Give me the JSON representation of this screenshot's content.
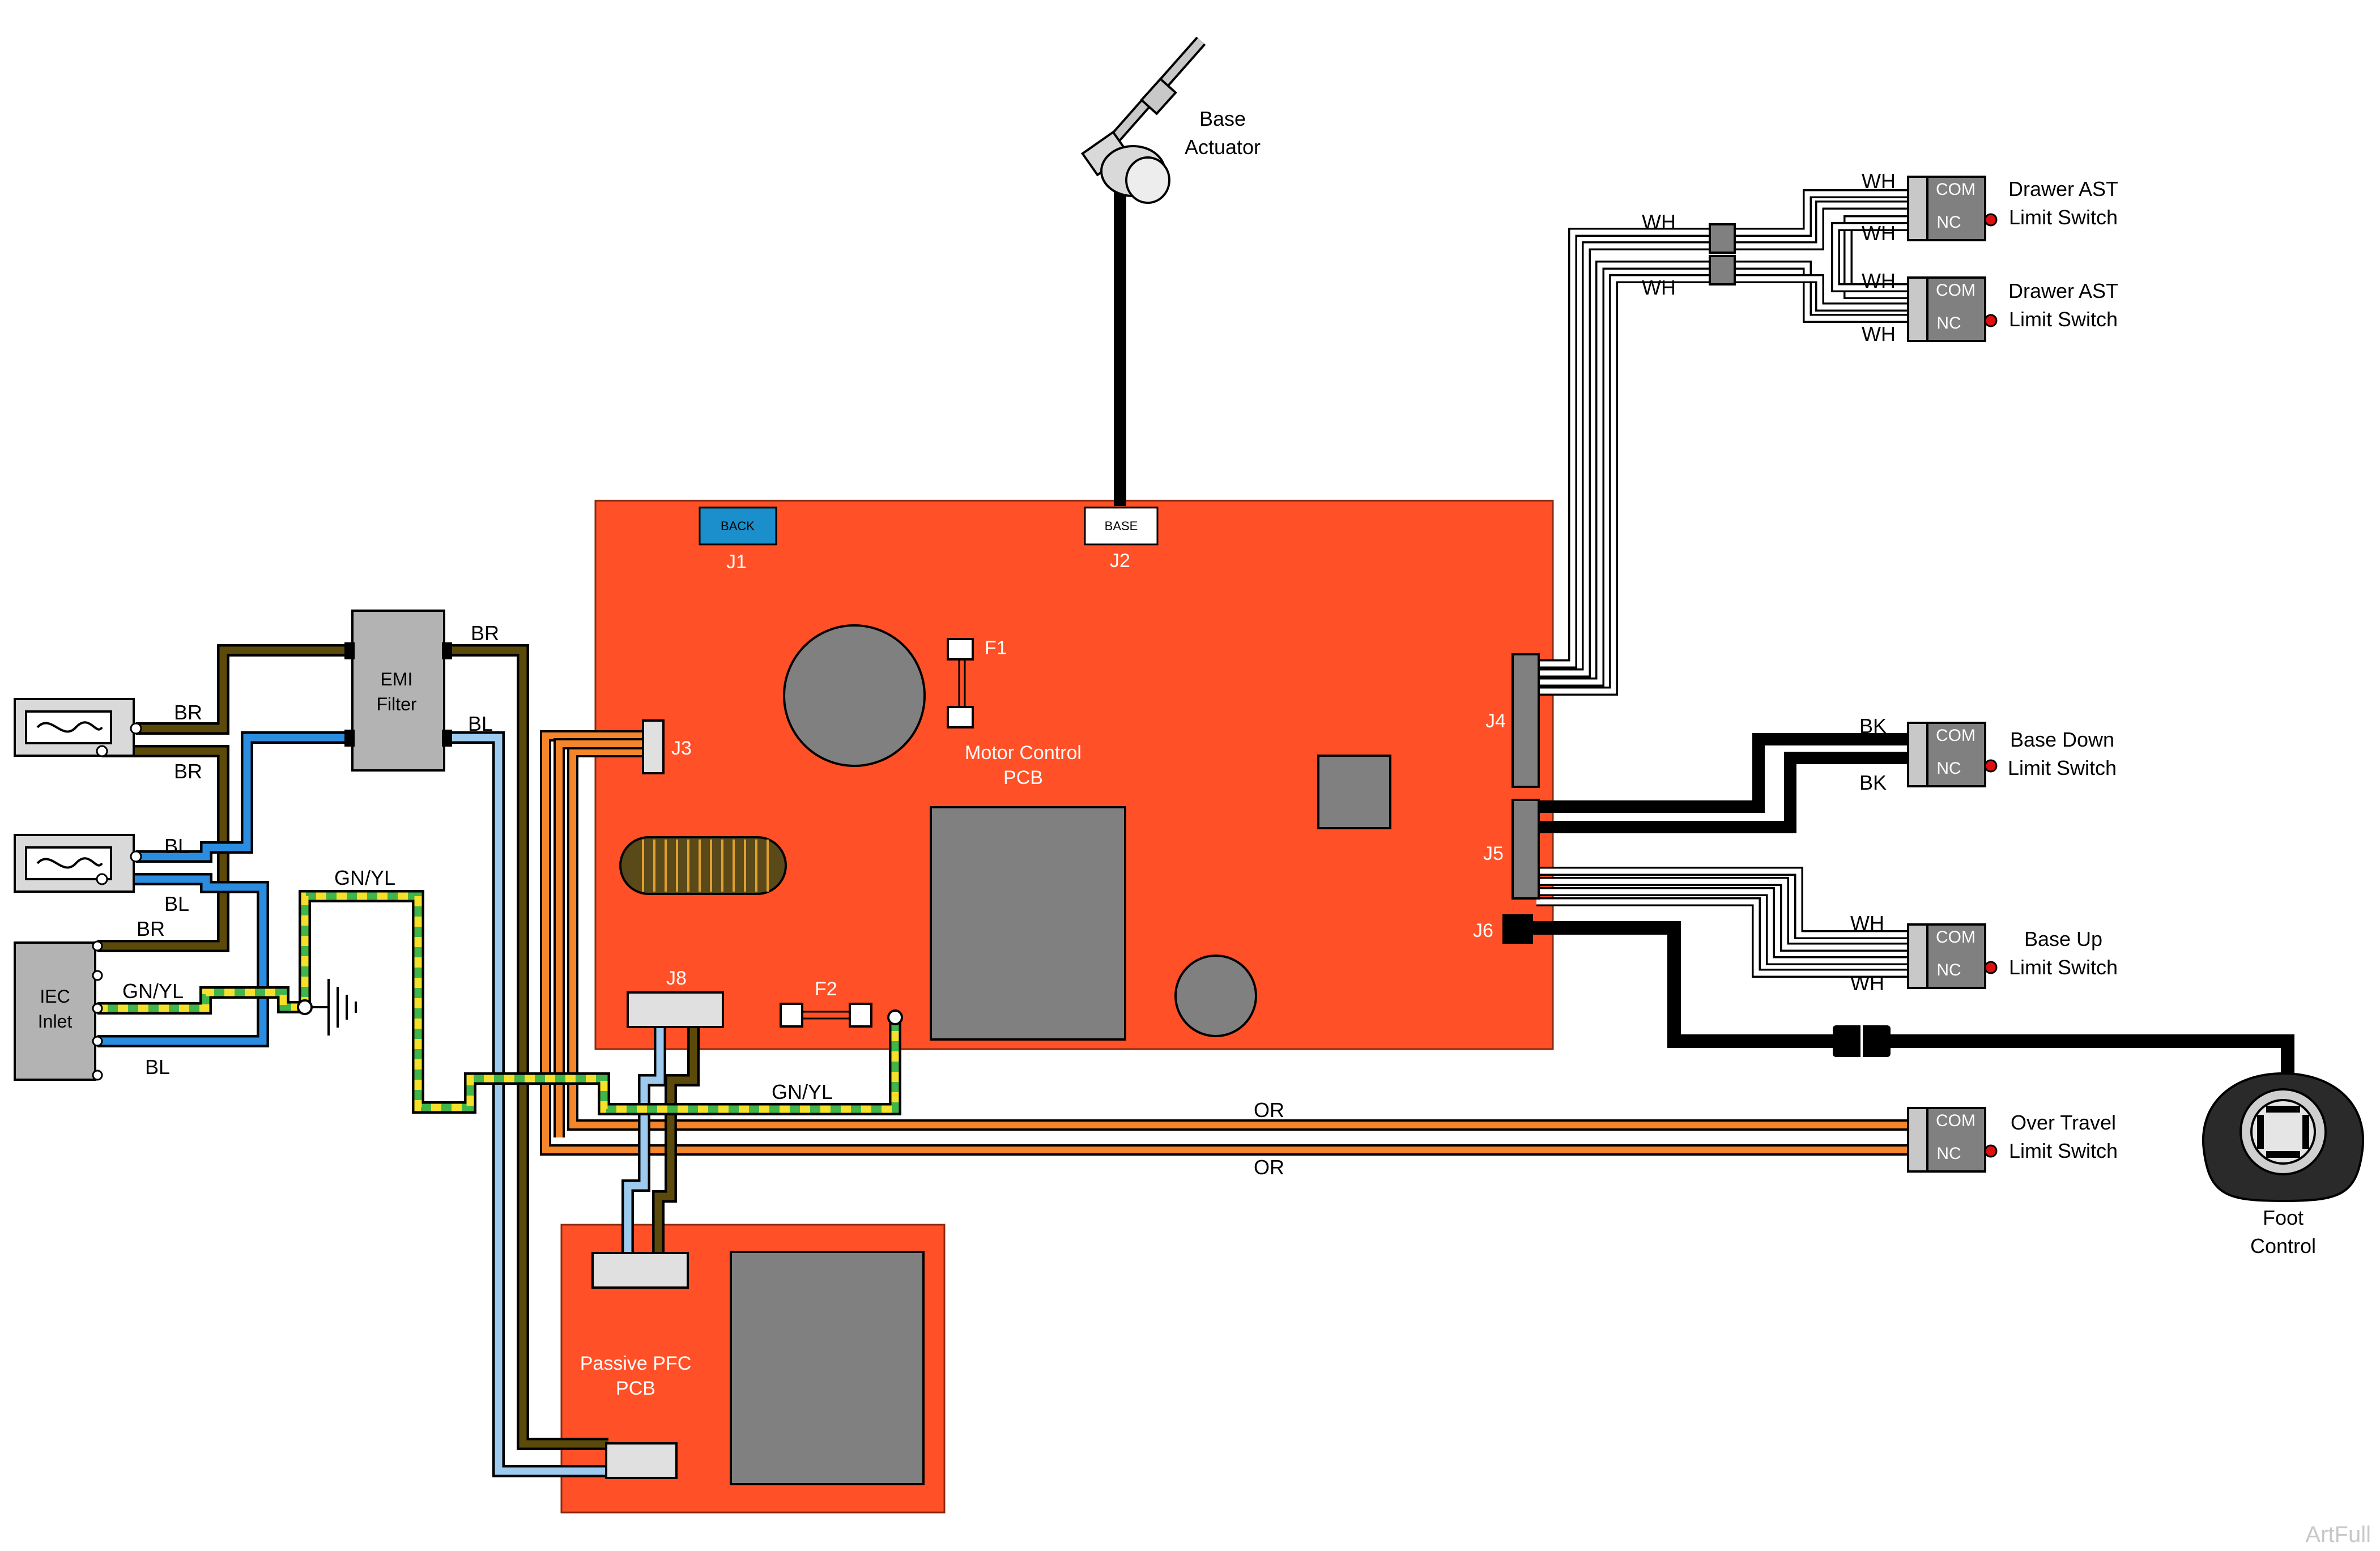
{
  "base_actuator": {
    "line1": "Base",
    "line2": "Actuator"
  },
  "pcb_main": {
    "line1": "Motor Control",
    "line2": "PCB"
  },
  "pcb_pfc": {
    "line1": "Passive PFC",
    "line2": "PCB"
  },
  "connectors": {
    "j1": "J1",
    "j1_tag": "BACK",
    "j2": "J2",
    "j2_tag": "BASE",
    "j3": "J3",
    "j4": "J4",
    "j5": "J5",
    "j6": "J6",
    "j8": "J8",
    "f1": "F1",
    "f2": "F2"
  },
  "emi": {
    "line1": "EMI",
    "line2": "Filter"
  },
  "iec": {
    "line1": "IEC",
    "line2": "Inlet"
  },
  "switches": {
    "drawer1": {
      "line1": "Drawer AST",
      "line2": "Limit Switch"
    },
    "drawer2": {
      "line1": "Drawer AST",
      "line2": "Limit Switch"
    },
    "base_down": {
      "line1": "Base Down",
      "line2": "Limit Switch"
    },
    "base_up": {
      "line1": "Base Up",
      "line2": "Limit Switch"
    },
    "over_travel": {
      "line1": "Over Travel",
      "line2": "Limit Switch"
    },
    "com": "COM",
    "nc": "NC"
  },
  "foot_control": {
    "line1": "Foot",
    "line2": "Control"
  },
  "wire_labels": {
    "br": "BR",
    "bl": "BL",
    "gnyl": "GN/YL",
    "wh": "WH",
    "bk": "BK",
    "or": "OR"
  },
  "watermark": "ArtFull",
  "colors": {
    "pcb": "#ff5027",
    "brown": "#5c4a0a",
    "blue": "#2b8de0",
    "light_blue": "#9ccbef",
    "orange": "#f5852b",
    "green": "#3fb54a",
    "yellow": "#f5e02a",
    "grey": "#808080"
  }
}
